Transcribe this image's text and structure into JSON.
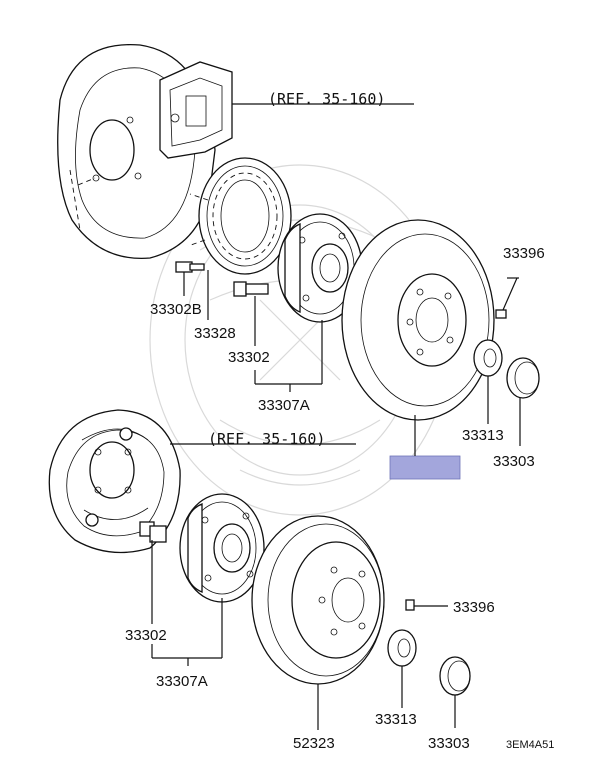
{
  "refs": {
    "upper": "(REF. 35-160)",
    "lower": "(REF. 35-160)"
  },
  "parts": {
    "p33396_upper": "33396",
    "p33302b": "33302B",
    "p33328": "33328",
    "p33302_upper": "33302",
    "p33307a_upper": "33307A",
    "p33313_upper": "33313",
    "p33303_upper": "33303",
    "p33302_lower": "33302",
    "p33307a_lower": "33307A",
    "p33396_lower": "33396",
    "p52323": "52323",
    "p33313_lower": "33313",
    "p33303_lower": "33303"
  },
  "diagram_code": "3EM4A51",
  "highlight_color": "#a3a6dc"
}
